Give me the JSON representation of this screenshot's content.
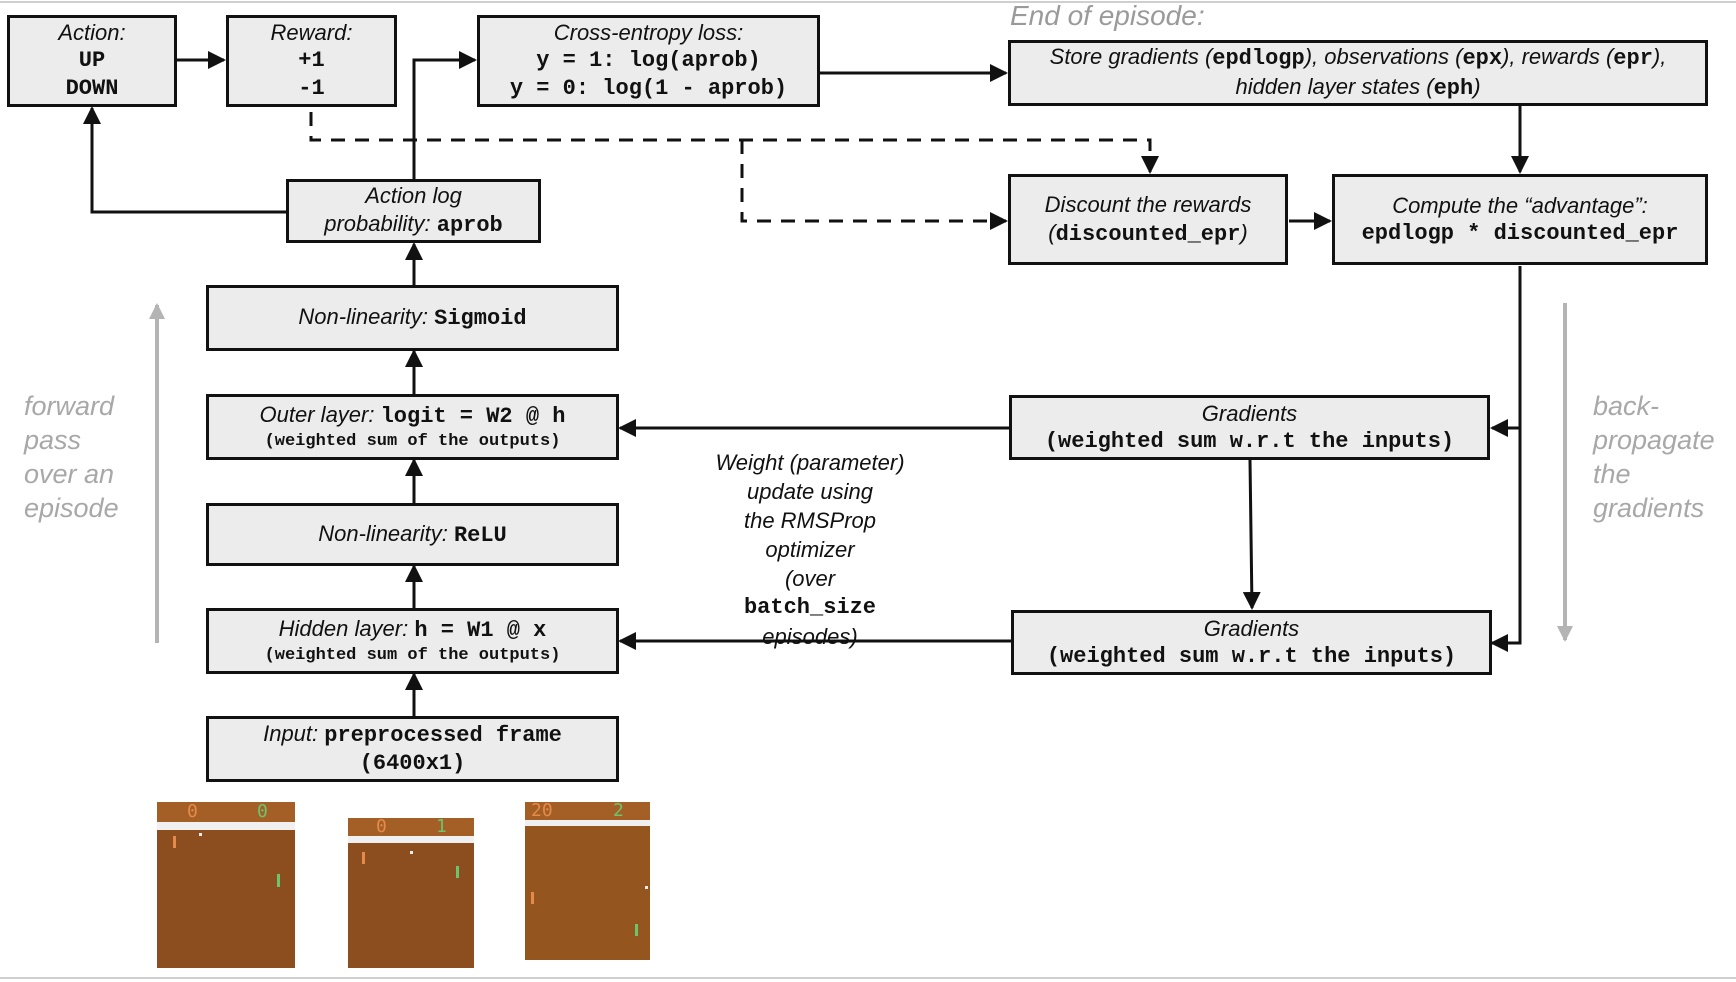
{
  "end_of_episode": "End of episode:",
  "boxes": {
    "action": {
      "label": "Action:",
      "up": "UP",
      "down": "DOWN"
    },
    "reward": {
      "label": "Reward:",
      "pos": "+1",
      "neg": "-1"
    },
    "xent": {
      "label": "Cross-entropy loss:",
      "line1": "y = 1: log(aprob)",
      "line2": "y = 0: log(1 - aprob)"
    },
    "store": {
      "t1": "Store gradients (",
      "c1": "epdlogp",
      "t2": "), observations (",
      "c2": "epx",
      "t3": "), rewards (",
      "c3": "epr",
      "t4": "),",
      "t5": "hidden layer states (",
      "c4": "eph",
      "t6": ")"
    },
    "action_log": {
      "line1": "Action log",
      "prefix": "probability: ",
      "code": "aprob"
    },
    "discount": {
      "line1": "Discount the rewards",
      "open": "(",
      "code": "discounted_epr",
      "close": ")"
    },
    "advantage": {
      "line1": "Compute the “advantage”:",
      "code": "epdlogp * discounted_epr"
    },
    "sigmoid": {
      "prefix": "Non-linearity: ",
      "code": "Sigmoid"
    },
    "outer": {
      "prefix": "Outer layer: ",
      "code": "logit = W2 @ h",
      "sub": "(weighted sum of the outputs)"
    },
    "relu": {
      "prefix": "Non-linearity: ",
      "code": "ReLU"
    },
    "hidden": {
      "prefix": "Hidden layer: ",
      "code": "h = W1 @ x",
      "sub": "(weighted sum of the outputs)"
    },
    "input": {
      "prefix": "Input: ",
      "code": "preprocessed frame",
      "code2": "(6400x1)"
    },
    "grad_top": {
      "label": "Gradients",
      "code": "(weighted sum w.r.t the inputs)"
    },
    "grad_bottom": {
      "label": "Gradients",
      "code": "(weighted sum w.r.t the inputs)"
    }
  },
  "update_text": {
    "l1": "Weight (parameter)",
    "l2": "update using",
    "l3": "the RMSProp",
    "l4": "optimizer",
    "l5a": "(over ",
    "l5b": "batch_size",
    "l6": "episodes)"
  },
  "forward_label": [
    "forward",
    "pass",
    "over an",
    "episode"
  ],
  "backprop_label": [
    "back-",
    "propagate",
    "the",
    "gradients"
  ],
  "frames": [
    {
      "score_left": "0",
      "score_right": "0"
    },
    {
      "score_left": "0",
      "score_right": "1"
    },
    {
      "score_left": "20",
      "score_right": "2"
    }
  ],
  "colors": {
    "box_fill": "#ececec",
    "box_border": "#111111",
    "side_text": "#a8a8a8",
    "pong_top": "#a35f25",
    "pong_field": "#8c4e1f",
    "score_orange": "#e58a48",
    "score_green": "#6cc46c"
  }
}
